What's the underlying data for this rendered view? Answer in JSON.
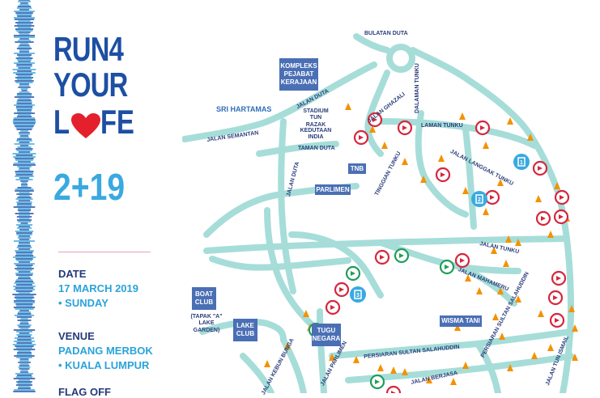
{
  "event": {
    "logo_line1": "RUN4",
    "logo_line2": "YOUR",
    "logo_line3_pre": "L",
    "logo_line3_post": "FE",
    "logo_year": "2+19",
    "date_label": "DATE",
    "date_value": "17 MARCH 2019",
    "date_day": "• SUNDAY",
    "venue_label": "VENUE",
    "venue_value": "PADANG MERBOK",
    "venue_city": "• KUALA LUMPUR",
    "flag_off_label": "FLAG OFF"
  },
  "map": {
    "buildings": {
      "kompleks": "KOMPLEKS PEJABAT KERAJAAN",
      "tnb": "TNB",
      "parlimen": "PARLIMEN",
      "boat_club": "BOAT CLUB",
      "lake_club": "LAKE CLUB",
      "tugu_negara": "TUGU NEGARA",
      "wisma_tani": "WISMA TANI"
    },
    "areas": {
      "sri_hartamas": "SRI HARTAMAS",
      "stadium": "STADIUM TUN RAZAK",
      "kedutaan": "KEDUTAAN INDIA",
      "taman_duta": "TAMAN DUTA",
      "tapak_a": "(TAPAK \"A\" LAKE GARDEN)"
    },
    "roads": {
      "bulatan_duta": "BULATAN DUTA",
      "jalan_duta_1": "JALAN DUTA",
      "jalan_duta_2": "JALAN DUTA",
      "jalan_semantan": "JALAN SEMANTAN",
      "jalan_ghazali": "JALAN GHAZALI",
      "dalaman_tunku": "DALAMAN TUNKU",
      "laman_tunku": "LAMAN TUNKU",
      "jalan_langgak_tunku": "JALAN LANGGAK TUNKU",
      "tinggian_tunku": "TINGGIAN TUNKU",
      "jalan_tunku": "JALAN TUNKU",
      "jalan_mahameru": "JALAN MAHAMERU",
      "persiaran_sultan_salahuddin_1": "PERSIARAN SULTAN SALAHUDDIN",
      "persiaran_sultan_salahuddin_2": "PERSIARAN SULTAN SALAHUDDIN",
      "jalan_berjasa": "JALAN BERJASA",
      "jalan_tun_ismail": "JALAN TUN ISMAIL",
      "jalan_parlimen": "JALAN PARLIMEN",
      "jalan_kebun_bunga": "JALAN KEBUN BUNGA"
    },
    "water_stations": [
      "1",
      "2",
      "3"
    ],
    "colors": {
      "road": "#a6ddd9",
      "building": "#4a6fb5",
      "cone": "#f39200",
      "marshal_red": "#d7263d",
      "marshal_green": "#1f9e5a",
      "water_blue": "#39a9e1"
    }
  }
}
